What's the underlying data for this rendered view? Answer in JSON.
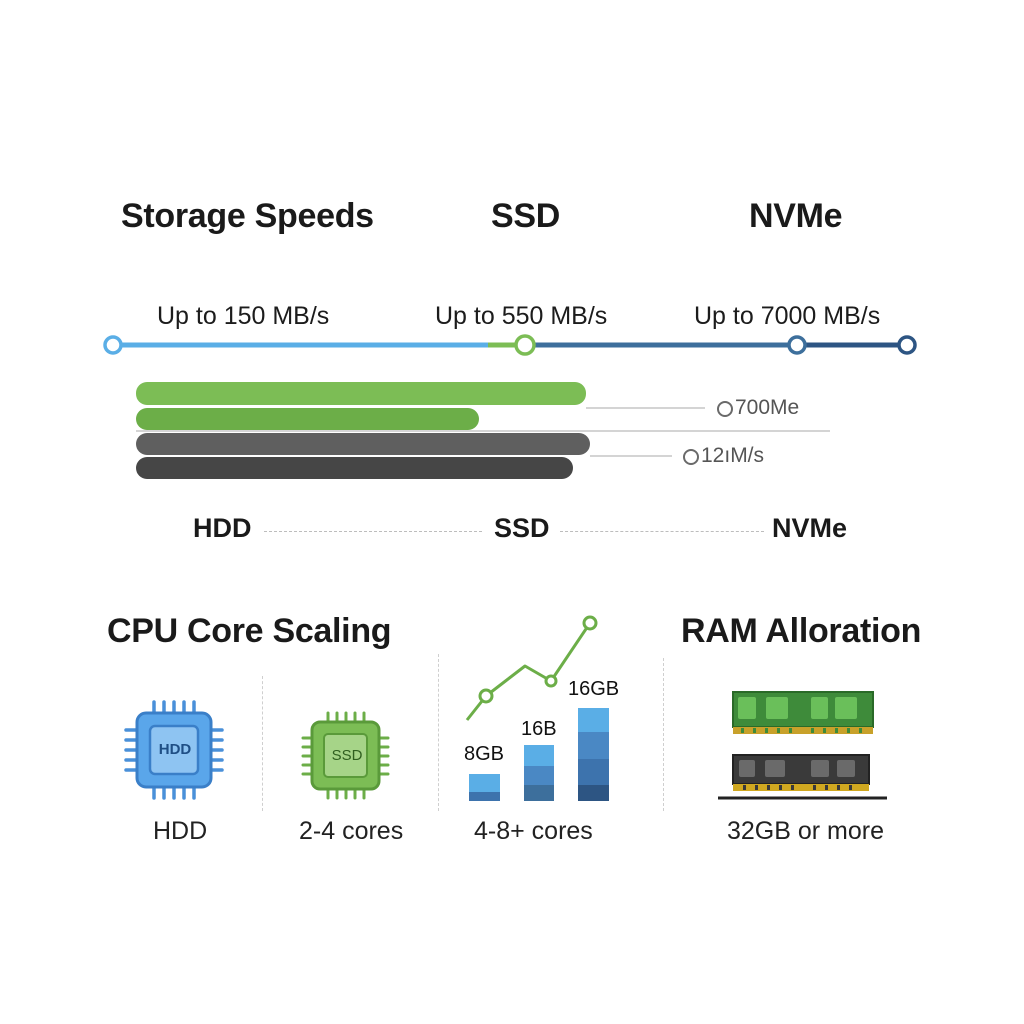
{
  "storage": {
    "title": "Storage Speeds",
    "col_ssd": "SSD",
    "col_nvme": "NVMe",
    "speed_hdd": "Up to 150 MB/s",
    "speed_ssd": "Up to 550 MB/s",
    "speed_nvme": "Up to 7000 MB/s",
    "ghost_top": "700Me",
    "ghost_bottom": "12ıM/s",
    "tier_hdd": "HDD",
    "tier_ssd": "SSD",
    "tier_nvme": "NVMe",
    "colors": {
      "light_blue": "#5aaee6",
      "green": "#7cbd55",
      "dark_blue": "#3d6f9c",
      "navy": "#2d5583",
      "gray": "#5f5f5f",
      "dark_gray": "#464646"
    }
  },
  "cpu": {
    "title": "CPU Core Scaling",
    "chip_hdd_label": "HDD",
    "chip_ssd_label": "SSD",
    "caption_hdd": "HDD",
    "caption_ssd": "2-4 cores",
    "caption_scale": "4-8+ cores",
    "bar_labels": [
      "8GB",
      "16B",
      "16GB"
    ],
    "icons": [
      "cpu-chip-icon",
      "cpu-chip-icon",
      "trend-line-icon",
      "bar-chart-icon"
    ]
  },
  "ram": {
    "title": "RAM Alloration",
    "caption": "32GB or more",
    "icons": [
      "ram-module-icon",
      "ram-module-icon"
    ]
  }
}
